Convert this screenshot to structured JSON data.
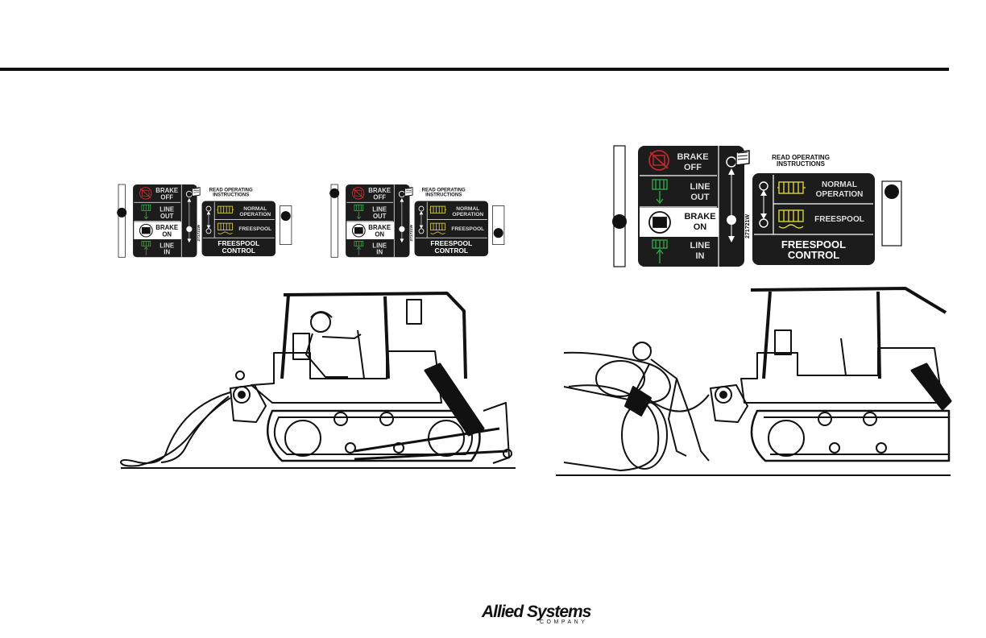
{
  "decal": {
    "brake_off": [
      "BRAKE",
      "OFF"
    ],
    "line_out": [
      "LINE",
      "OUT"
    ],
    "brake_on": [
      "BRAKE",
      "ON"
    ],
    "line_in": [
      "LINE",
      "IN"
    ],
    "read_instructions": [
      "READ OPERATING",
      "INSTRUCTIONS"
    ],
    "normal_operation": [
      "NORMAL",
      "OPERATION"
    ],
    "freespool": "FREESPOOL",
    "freespool_control": [
      "FREESPOOL",
      "CONTROL"
    ],
    "part_number": "271721W"
  },
  "colors": {
    "panel": "#1c1c1c",
    "brake_icon": "#c0282d",
    "line_icon": "#2fa644",
    "freespool_icon": "#d9d23a"
  },
  "logo": {
    "name": "Allied Systems",
    "sub": "COMPANY"
  }
}
